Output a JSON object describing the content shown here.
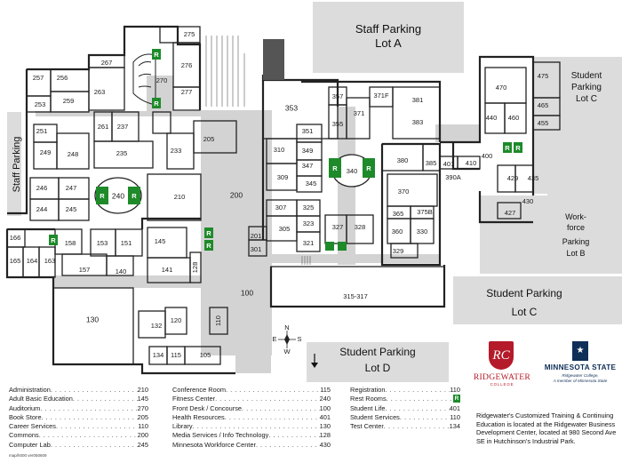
{
  "parking": {
    "staff_a_line1": "Staff Parking",
    "staff_a_line2": "Lot A",
    "staff_west": "Staff Parking",
    "student_c_east_1": "Student",
    "student_c_east_2": "Parking",
    "student_c_east_3": "Lot C",
    "workforce_1": "Work-",
    "workforce_2": "force",
    "workforce_3": "Parking",
    "workforce_4": "Lot B",
    "student_c_line1": "Student Parking",
    "student_c_line2": "Lot C",
    "student_d_line1": "Student Parking",
    "student_d_line2": "Lot D"
  },
  "restroom_symbol": "R",
  "compass": {
    "n": "N",
    "s": "S",
    "e": "E",
    "w": "W"
  },
  "rooms": {
    "r275": "275",
    "r276": "276",
    "r277": "277",
    "r270": "270",
    "r267": "267",
    "r263": "263",
    "r257": "257",
    "r256": "256",
    "r253": "253",
    "r259": "259",
    "r251": "251",
    "r249": "249",
    "r248": "248",
    "r261": "261",
    "r237": "237",
    "r235": "235",
    "r233": "233",
    "r205": "205",
    "r246": "246",
    "r247": "247",
    "r244": "244",
    "r245": "245",
    "r240": "240",
    "r210": "210",
    "r200": "200",
    "r166": "166",
    "r165": "165",
    "r164": "164",
    "r163": "163",
    "r158": "158",
    "r153": "153",
    "r151": "151",
    "r145": "145",
    "r157": "157",
    "r140": "140",
    "r141": "141",
    "r128": "128",
    "r100": "100",
    "r130": "130",
    "r132": "132",
    "r120": "120",
    "r110": "110",
    "r134": "134",
    "r115": "115",
    "r105": "105",
    "r353": "353",
    "r357": "357",
    "r355": "355",
    "r371F": "371F",
    "r381": "381",
    "r371": "371",
    "r383": "383",
    "r351": "351",
    "r349": "349",
    "r310": "310",
    "r347": "347",
    "r309": "309",
    "r345": "345",
    "r340": "340",
    "r307": "307",
    "r325": "325",
    "r323": "323",
    "r305": "305",
    "r321": "321",
    "r201": "201",
    "r301": "301",
    "r327": "327",
    "r328": "328",
    "r315_317": "315-317",
    "r380": "380",
    "r385": "385",
    "r401": "401",
    "r410": "410",
    "r390A": "390A",
    "r370": "370",
    "r365": "365",
    "r375B": "375B",
    "r360": "360",
    "r330": "330",
    "r329": "329",
    "r470": "470",
    "r475": "475",
    "r465": "465",
    "r440": "440",
    "r460": "460",
    "r455": "455",
    "r400": "400",
    "r429": "429",
    "r435": "435",
    "r430": "430",
    "r427": "427"
  },
  "legend": {
    "col1": [
      {
        "label": "Administration",
        "value": "210"
      },
      {
        "label": "Adult Basic Education",
        "value": "145"
      },
      {
        "label": "Auditorium",
        "value": "270"
      },
      {
        "label": "Book Store",
        "value": "205"
      },
      {
        "label": "Career Services",
        "value": "110"
      },
      {
        "label": "Commons",
        "value": "200"
      },
      {
        "label": "Computer Lab",
        "value": "245"
      }
    ],
    "col2": [
      {
        "label": "Conference Room",
        "value": "115"
      },
      {
        "label": "Fitness Center",
        "value": "240"
      },
      {
        "label": "Front Desk / Concourse",
        "value": "100"
      },
      {
        "label": "Health Resources",
        "value": "401"
      },
      {
        "label": "Library",
        "value": "130"
      },
      {
        "label": "Media Services / Info Technology",
        "value": "128"
      },
      {
        "label": "Minnesota Workforce Center",
        "value": "430"
      }
    ],
    "col3": [
      {
        "label": "Registration",
        "value": "110"
      },
      {
        "label": "Rest Rooms",
        "value": "R"
      },
      {
        "label": "Student Life",
        "value": "401"
      },
      {
        "label": "Student Services",
        "value": "110"
      },
      {
        "label": "Test Center",
        "value": "134"
      }
    ]
  },
  "map_note": "map/h000 ver050609",
  "info_text": "Ridgewater's Customized Training & Continuing Education is located at the Ridgewater Business Development Center, located at 980 Second Ave SE in Hutchinson's Industrial Park.",
  "logos": {
    "ridgewater_mark": "RC",
    "ridgewater_name": "RIDGEWATER",
    "ridgewater_sub": "COLLEGE",
    "mnstate_name": "MINNESOTA STATE",
    "mnstate_sub1": "Ridgewater College,",
    "mnstate_sub2": "A member of Minnesota State"
  },
  "colors": {
    "parking": "#dcdcdc",
    "corridor": "#d3d3d3",
    "wall": "#222222",
    "restroom": "#1e8a2a",
    "ridgewater_red": "#b51a2a",
    "mnstate_navy": "#0e2f57"
  }
}
